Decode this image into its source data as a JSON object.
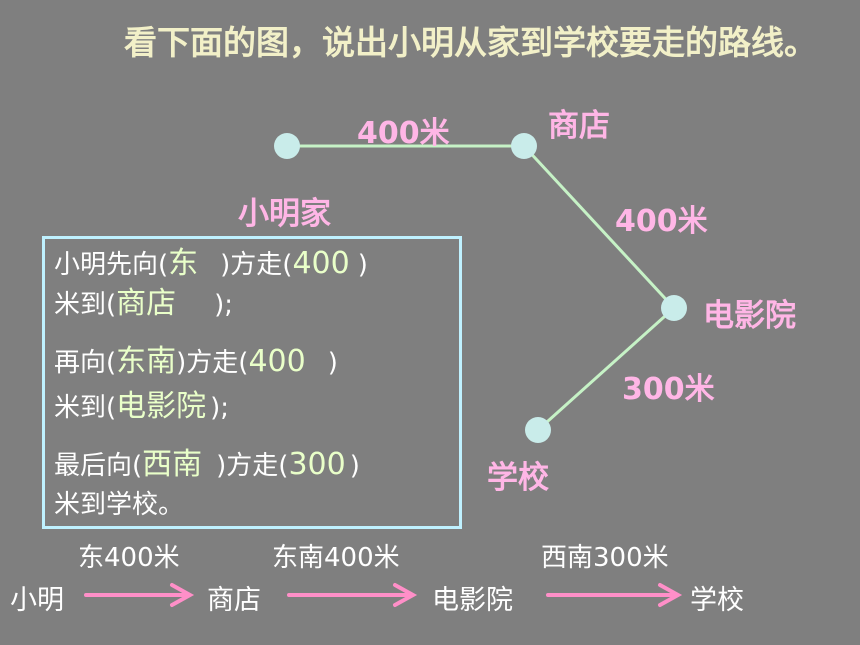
{
  "title": "看下面的图，说出小明从家到学校要走的路线。",
  "map": {
    "nodes": {
      "home": "小明家",
      "shop": "商店",
      "cinema": "电影院",
      "school": "学校"
    },
    "distances": {
      "home_shop": "400米",
      "shop_cinema": "400米",
      "cinema_school": "300米"
    },
    "colors": {
      "node_fill": "#c9ecea",
      "line": "#c6f2c6",
      "label": "#ffb6e6"
    }
  },
  "questions": {
    "q1": {
      "t1": "小明先向(",
      "a1": "东",
      "t2": ")方走(",
      "a2": "400",
      "t3": ")",
      "t4": "米到(",
      "a3": "商店",
      "t5": ");"
    },
    "q2": {
      "t1": "再向(",
      "a1": "东南",
      "t2": ")方走(",
      "a2": "400",
      "t3": ")",
      "t4": "米到(",
      "a3": "电影院",
      "t5": ");"
    },
    "q3": {
      "t1": "最后向(",
      "a1": "西南",
      "t2": ")方走(",
      "a2": "300",
      "t3": ")",
      "t4": "米到学校。"
    }
  },
  "route": {
    "stops": [
      "小明",
      "商店",
      "电影院",
      "学校"
    ],
    "legs": [
      "东400米",
      "东南400米",
      "西南300米"
    ],
    "arrow_color": "#ff8fc8"
  }
}
